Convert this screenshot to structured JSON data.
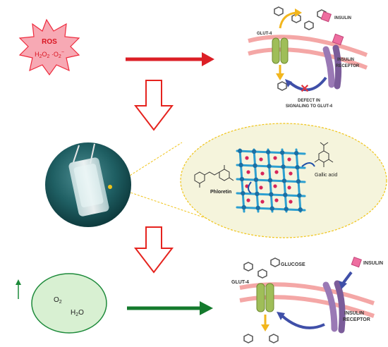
{
  "colors": {
    "ros_fill": "#f7a9b4",
    "ros_stroke": "#ee2a3c",
    "ros_text": "#d9131f",
    "red_arrow": "#dc1f26",
    "green_arrow": "#147a2d",
    "outline_arrow": "#e5231e",
    "membrane": "#f4a7a6",
    "glut4": "#9fbe58",
    "receptor": "#9a79b5",
    "insulin": "#ee6ea0",
    "hydrogel_ellipse": "#f5f4dc",
    "dashed": "#f0c419",
    "o2_fill": "#d8f0d2",
    "o2_stroke": "#1d8a3a"
  },
  "ros": {
    "title": "ROS",
    "formula_h": "H",
    "formula_2a": "2",
    "formula_o": "O",
    "formula_2b": "2",
    "formula_sep": " ·O",
    "formula_2c": "2",
    "formula_charge": "−"
  },
  "top_panel": {
    "glut_label": "GLUT-4",
    "insulin_label": "INSULIN",
    "receptor_line1": "INSULIN",
    "receptor_line2": "RECEPTOR",
    "defect_line1": "DEFECT IN",
    "defect_line2": "SIGNALING TO GLUT-4"
  },
  "hydrogel": {
    "phloretin_label": "Phloretin",
    "gallic_label": "Gallic acid"
  },
  "oxygen": {
    "o_label": "O",
    "o_sub": "2",
    "h_label": "H",
    "h_sub": "2",
    "o2_tail": "O"
  },
  "bottom_panel": {
    "glucose_label": "GLUCOSE",
    "glut_label": "GLUT-4",
    "insulin_label": "INSULIN",
    "receptor_line1": "INSULIN",
    "receptor_line2": "RECEPTOR"
  }
}
